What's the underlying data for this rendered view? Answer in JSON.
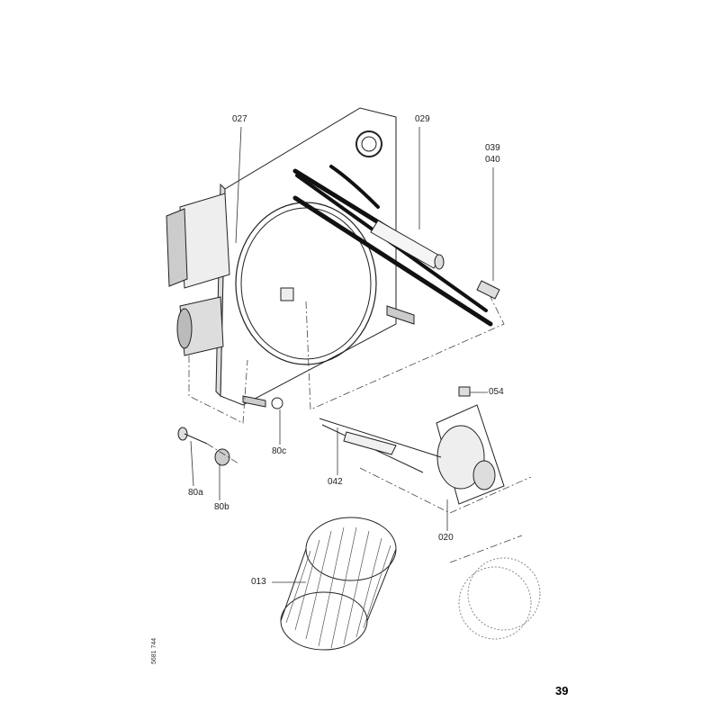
{
  "diagram": {
    "part_labels": {
      "p027": "027",
      "p029": "029",
      "p039": "039",
      "p040": "040",
      "p054": "054",
      "p80c": "80c",
      "p042": "042",
      "p80a": "80a",
      "p80b": "80b",
      "p020": "020",
      "p013": "013"
    },
    "document_number": "5681 744",
    "page_number": "39"
  }
}
